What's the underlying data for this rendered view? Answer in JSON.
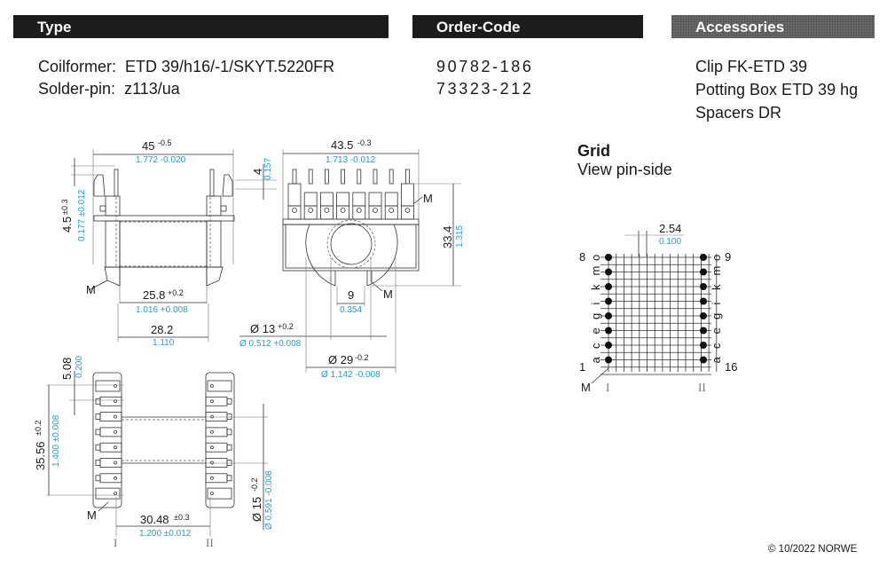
{
  "headers": {
    "type": "Type",
    "order_code": "Order-Code",
    "accessories": "Accessories"
  },
  "type_rows": [
    {
      "label": "Coilformer:",
      "value": "ETD 39/h16/-1/SKYT.5220FR"
    },
    {
      "label": "Solder-pin:",
      "value": "z113/ua"
    }
  ],
  "order_codes": [
    "90782-186",
    "73323-212"
  ],
  "accessories": [
    "Clip FK-ETD 39",
    "Potting Box ETD 39 hg",
    "Spacers DR"
  ],
  "grid": {
    "title": "Grid",
    "subtitle": "View pin-side",
    "pitch_mm": "2.54",
    "pitch_in": "0.100",
    "left_top_number": "8",
    "left_bottom_number": "1",
    "right_top_number": "9",
    "right_bottom_number": "16",
    "row_letters": [
      "o",
      "m",
      "k",
      "i",
      "g",
      "e",
      "c",
      "a"
    ],
    "marker": "M",
    "col_left": "I",
    "col_right": "II"
  },
  "side_view": {
    "width_mm": "45",
    "width_tol": "-0.5",
    "width_in": "1.772 -0.020",
    "pin_height_mm": "4.5",
    "pin_height_tol": "±0.3",
    "pin_height_in": "0.177 ±0.012",
    "inner_mm": "25.8",
    "inner_tol": "+0.2",
    "inner_in": "1.016 +0.008",
    "outer_mm": "28.2",
    "outer_in": "1.110",
    "marker": "M"
  },
  "front_view": {
    "width_mm": "43.5",
    "width_tol": "-0.3",
    "width_in": "1.713 -0.012",
    "pin_len_mm": "4",
    "pin_len_in": "0.157",
    "height_mm": "33.4",
    "height_in": "1.315",
    "slot_mm": "9",
    "slot_in": "0.354",
    "bore_mm": "Ø 13",
    "bore_tol": "+0.2",
    "bore_in": "Ø 0.512 +0.008",
    "flange_mm": "Ø 29",
    "flange_tol": "-0.2",
    "flange_in": "Ø 1.142 -0.008",
    "marker": "M"
  },
  "bottom_view": {
    "pitch_mm": "5.08",
    "pitch_in": "0.200",
    "span_mm": "35.56",
    "span_tol": "±0.2",
    "span_in": "1.400 ±0.008",
    "row_dist_mm": "30.48",
    "row_dist_tol": "±0.3",
    "row_dist_in": "1.200 ±0.012",
    "core_mm": "Ø 15",
    "core_tol": "-0.2",
    "core_in": "Ø 0.591 -0.008",
    "marker": "M",
    "col_left": "I",
    "col_right": "II"
  },
  "footer": "© 10/2022 NORWE"
}
